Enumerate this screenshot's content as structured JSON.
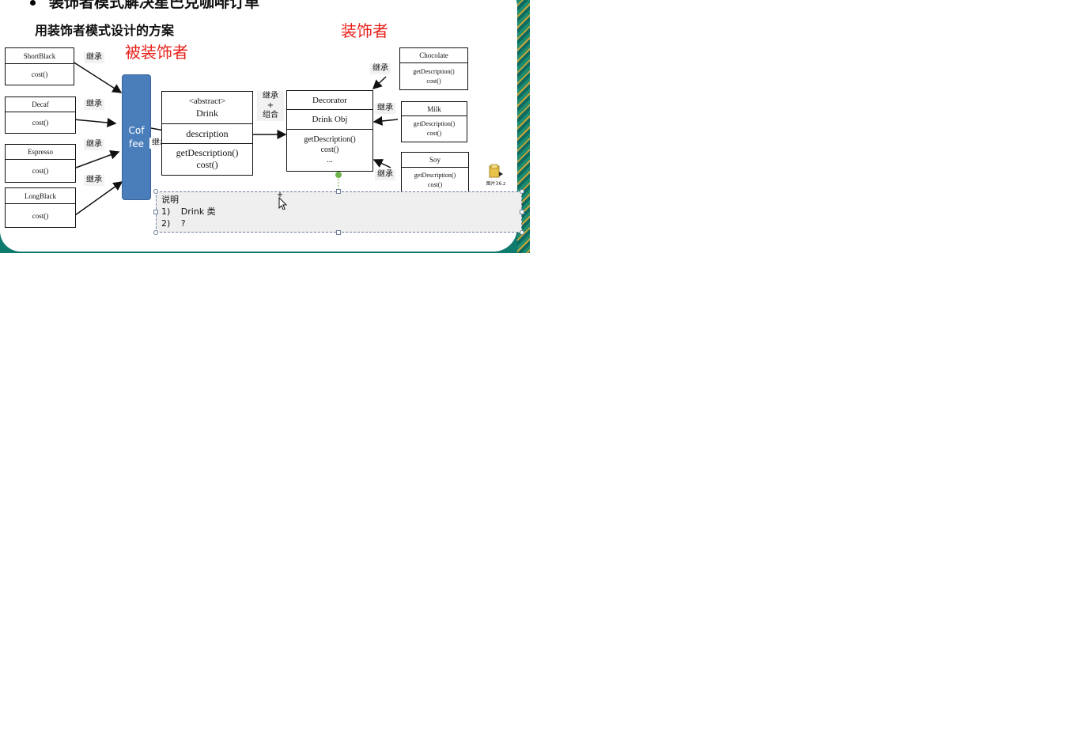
{
  "slide": {
    "title": "装饰者模式解决星巴克咖啡订单",
    "subtitle": "用装饰者模式设计的方案",
    "label_decorated": "被装饰者",
    "label_decorator": "装饰者"
  },
  "coffees": [
    {
      "name": "ShortBlack",
      "method": "cost()"
    },
    {
      "name": "Decaf",
      "method": "cost()"
    },
    {
      "name": "Espresso",
      "method": "cost()"
    },
    {
      "name": "LongBlack",
      "method": "cost()"
    }
  ],
  "coffee_class": {
    "line1": "Cof",
    "line2": "fee"
  },
  "drink": {
    "stereotype": "<abstract>",
    "name": "Drink",
    "field": "description",
    "method1": "getDescription()",
    "method2": "cost()"
  },
  "decorator": {
    "name": "Decorator",
    "field": "Drink Obj",
    "method1": "getDescription()",
    "method2": "cost()",
    "more": "..."
  },
  "condiments": [
    {
      "name": "Chocolate",
      "method1": "getDescription()",
      "method2": "cost()"
    },
    {
      "name": "Milk",
      "method1": "getDescription()",
      "method2": "cost()"
    },
    {
      "name": "Soy",
      "method1": "getDescription()",
      "method2": "cost()"
    }
  ],
  "tags": {
    "inherit": "继承",
    "plus": "+",
    "compose": "组合"
  },
  "note": {
    "heading": "说明",
    "line1_num": "1)",
    "line1_text": "Drink 类",
    "line2_num": "2)",
    "line2_text": "?"
  },
  "file_icon": {
    "label": "图片36.z",
    "icon": "folder-file-icon"
  },
  "colors": {
    "accent_red": "#e8201a",
    "coffee_blue": "#4a7ebb",
    "slide_teal": "#0f7a6e"
  }
}
